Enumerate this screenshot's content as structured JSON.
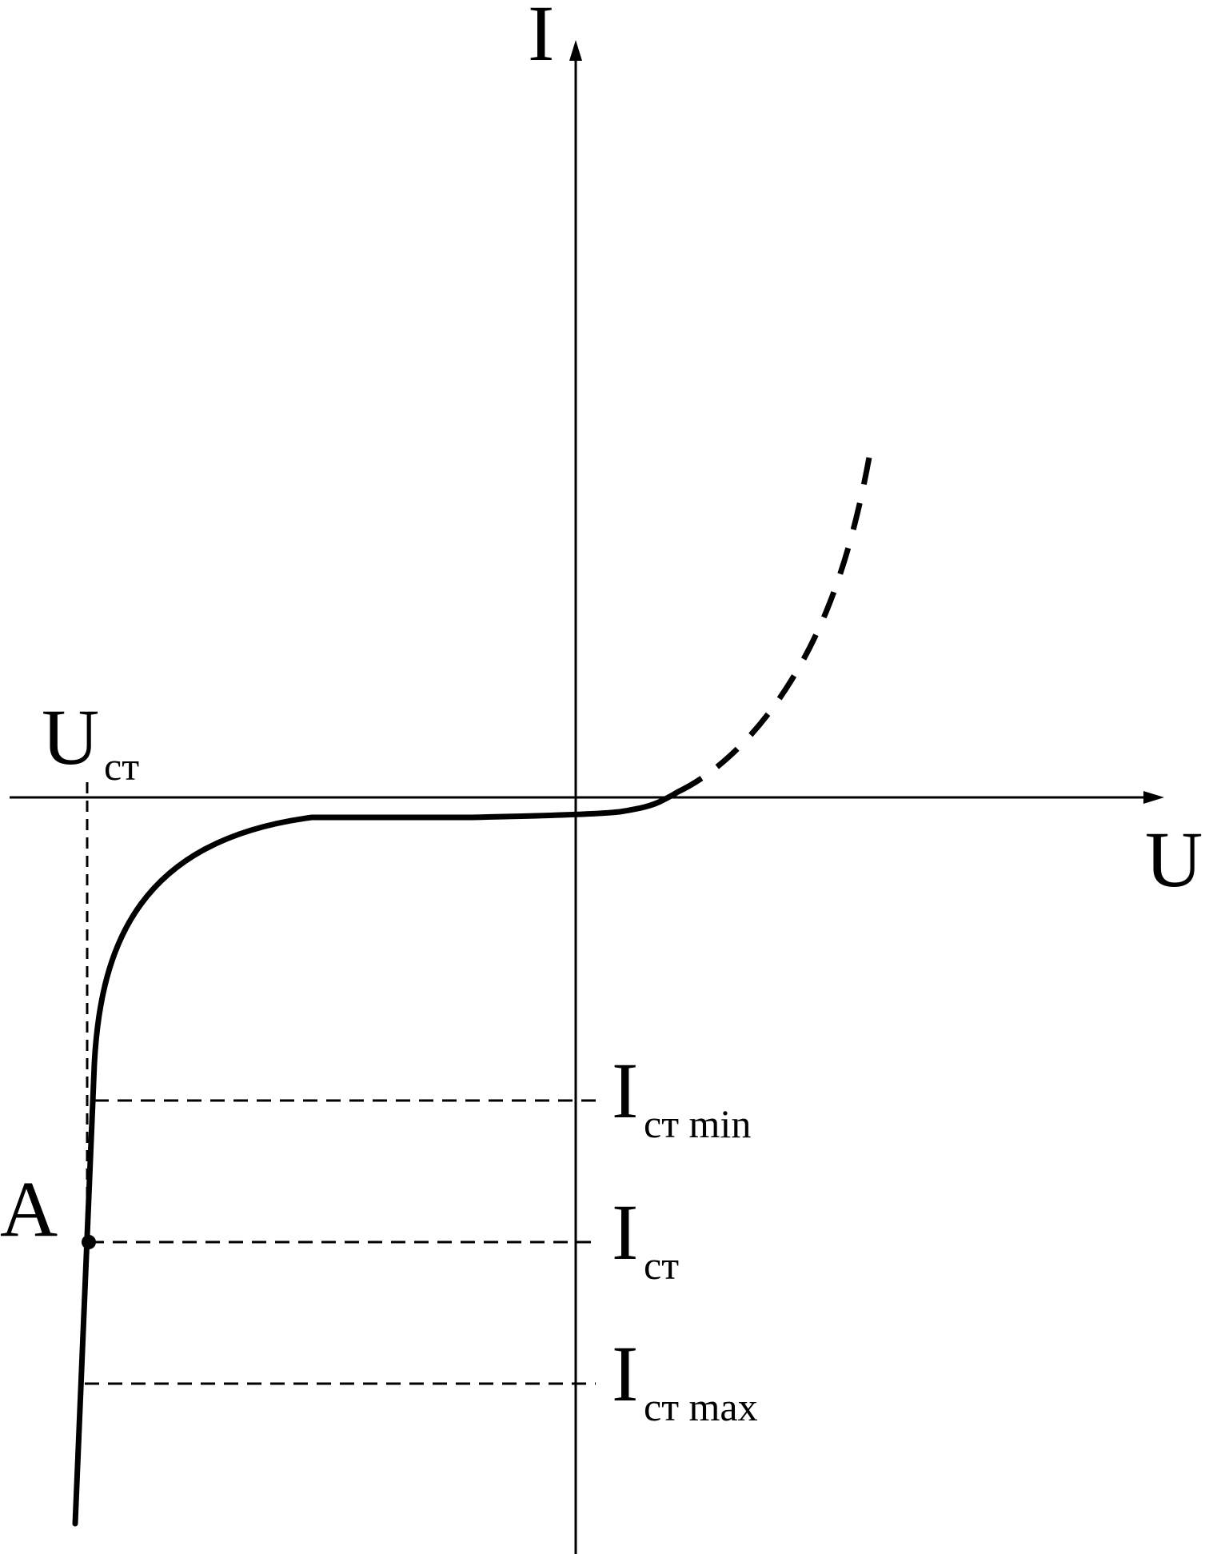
{
  "labels": {
    "i_axis": "I",
    "u_axis": "U",
    "u_st_main": "U",
    "u_st_sub": "ст",
    "point_a": "A",
    "i_st_min_main": "I",
    "i_st_min_sub": "ст min",
    "i_st_main": "I",
    "i_st_sub": "ст",
    "i_st_max_main": "I",
    "i_st_max_sub": "ст max"
  },
  "colors": {
    "ink": "#000000",
    "background": "#ffffff"
  }
}
